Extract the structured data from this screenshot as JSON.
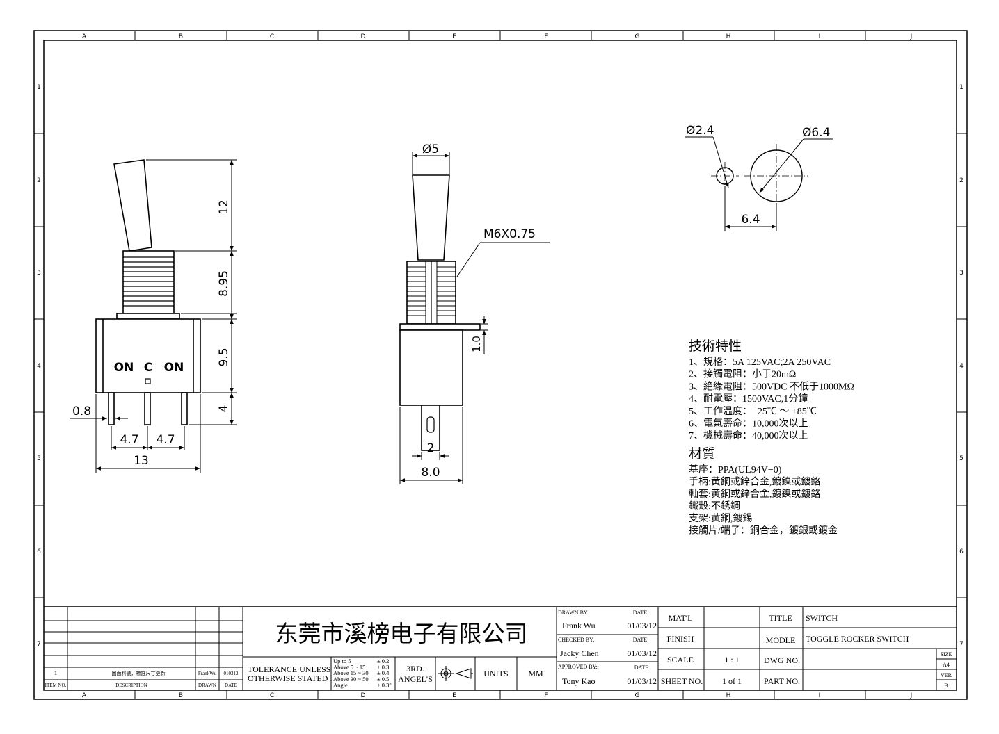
{
  "frame": {
    "columns": [
      "A",
      "B",
      "C",
      "D",
      "E",
      "F",
      "G",
      "H",
      "I",
      "J"
    ],
    "rows": [
      "1",
      "2",
      "3",
      "4",
      "5",
      "6",
      "7"
    ]
  },
  "side_view": {
    "dims": {
      "lever": "12",
      "bushing": "8.95",
      "body": "9.5",
      "terminal": "4",
      "pin_width": "0.8",
      "pitch_left": "4.7",
      "pitch_right": "4.7",
      "total_width": "13"
    },
    "marking_left": "ON",
    "marking_center": "C",
    "marking_right": "ON"
  },
  "front_view": {
    "dims": {
      "handle_dia": "Ø5",
      "thread": "M6X0.75",
      "flange": "1.0",
      "terminal_width": "2",
      "body_width": "8.0"
    }
  },
  "panel_cutout": {
    "small_hole": "Ø2.4",
    "large_hole": "Ø6.4",
    "spacing": "6.4"
  },
  "specs": {
    "heading": "技術特性",
    "items": [
      "1、規格：5A 125VAC;2A 250VAC",
      "2、接觸電阻：小于20mΩ",
      "3、絶緣電阻：500VDC 不低于1000MΩ",
      "4、耐電壓：1500VAC,1分鐘",
      "5、工作温度：−25℃ ～ +85℃",
      "6、電氣壽命：10,000次以上",
      "7、機械壽命：40,000次以上"
    ],
    "materials_heading": "材質",
    "materials": [
      "基座：PPA(UL94V−0)",
      "手柄:黄銅或鋅合金,鍍鎳或鍍鉻",
      "軸套:黄銅或鋅合金,鍍鎳或鍍鉻",
      "鐵殼:不銹鋼",
      "支架:黄銅,鍍錫",
      "接觸片/端子：銅合金，鍍銀或鍍金"
    ]
  },
  "title_block": {
    "company": "东莞市溪榜电子有限公司",
    "revision": {
      "item": "1",
      "description": "圖面料號，標註尺寸更新",
      "drawn": "FrankWu",
      "date": "010312"
    },
    "rev_headers": {
      "item": "ITEM NO.",
      "description": "DESCRIPTION",
      "drawn": "DRAWN",
      "date": "DATE"
    },
    "tolerance_label_1": "TOLERANCE UNLESS",
    "tolerance_label_2": "OTHERWISE STATED :",
    "tolerances": [
      {
        "range": "Up  to  5",
        "value": "± 0.2"
      },
      {
        "range": "Above 5   ~ 15",
        "value": "± 0.3"
      },
      {
        "range": "Above 15 ~ 30",
        "value": "± 0.4"
      },
      {
        "range": "Above 30 ~ 50",
        "value": "± 0.5"
      },
      {
        "range": "Angle",
        "value": "± 0.3°"
      }
    ],
    "projection_1": "3RD.",
    "projection_2": "ANGEL'S",
    "units_label": "UNITS",
    "units_value": "MM",
    "drawn_by_label": "DRAWN BY:",
    "drawn_by": "Frank Wu",
    "drawn_date": "01/03/12",
    "checked_by_label": "CHECKED BY:",
    "checked_by": "Jacky Chen",
    "checked_date": "01/03/12",
    "approved_by_label": "APPROVED BY:",
    "approved_by": "Tony Kao",
    "approved_date": "01/03/12",
    "date_label": "DATE",
    "matl_label": "MAT'L",
    "matl": "",
    "finish_label": "FINISH",
    "finish": "",
    "scale_label": "SCALE",
    "scale": "1 : 1",
    "sheet_label": "SHEET NO.",
    "sheet": "1 of 1",
    "title_label": "TITLE",
    "title": "SWITCH",
    "model_label": "MODLE",
    "model": "TOGGLE ROCKER SWITCH",
    "dwg_label": "DWG NO.",
    "dwg": "",
    "part_label": "PART NO.",
    "part": "",
    "size_label": "SIZE",
    "size": "A4",
    "ver_label": "VER",
    "ver": "B"
  }
}
